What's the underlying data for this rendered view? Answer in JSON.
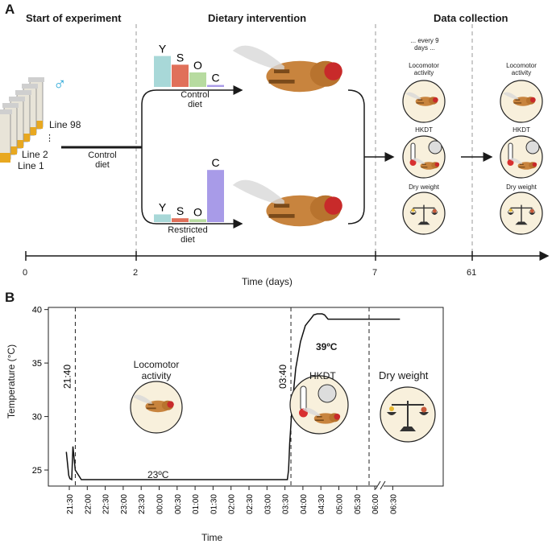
{
  "panel_a": {
    "letter": "A",
    "sections": {
      "start": "Start of experiment",
      "diet": "Dietary intervention",
      "data": "Data collection"
    },
    "lines": {
      "top": "Line 98",
      "mid": "Line 2",
      "bottom": "Line 1",
      "dots": "⋮"
    },
    "male_symbol": "♂",
    "control_path_label": "Control\ndiet",
    "control_diet": {
      "label": "Control\ndiet",
      "bars": [
        {
          "letter": "Y",
          "value": 3.2,
          "color": "#a8d8d8"
        },
        {
          "letter": "S",
          "value": 2.3,
          "color": "#e0705a"
        },
        {
          "letter": "O",
          "value": 1.5,
          "color": "#b7dba0"
        },
        {
          "letter": "C",
          "value": 0.2,
          "color": "#a89be8"
        }
      ]
    },
    "restricted_diet": {
      "label": "Restricted\ndiet",
      "bars": [
        {
          "letter": "Y",
          "value": 0.8,
          "color": "#a8d8d8"
        },
        {
          "letter": "S",
          "value": 0.4,
          "color": "#e0705a"
        },
        {
          "letter": "O",
          "value": 0.3,
          "color": "#b7dba0"
        },
        {
          "letter": "C",
          "value": 5.4,
          "color": "#a89be8"
        }
      ]
    },
    "every_label": "... every 9\ndays ...",
    "assays": [
      "Locomotor\nactivity",
      "HKDT",
      "Dry weight"
    ],
    "time_axis": {
      "label": "Time (days)",
      "ticks": [
        "0",
        "2",
        "7",
        "61"
      ]
    }
  },
  "panel_b": {
    "letter": "B",
    "chart_data": {
      "type": "line",
      "xlabel": "Time",
      "ylabel": "Temperature (°C)",
      "ylim": [
        23.5,
        40.2
      ],
      "yticks": [
        25,
        30,
        35,
        40
      ],
      "xticks": [
        "21:30",
        "22:00",
        "22:30",
        "23:00",
        "23:30",
        "00:00",
        "00:30",
        "01:00",
        "01:30",
        "02:00",
        "02:30",
        "03:00",
        "03:30",
        "04:00",
        "04:30",
        "05:00",
        "05:30",
        "06:00",
        "06:30"
      ],
      "x_minutes_after_2130": [
        0,
        30,
        60,
        90,
        120,
        150,
        180,
        210,
        240,
        270,
        300,
        330,
        360,
        390,
        420,
        450,
        480,
        510,
        540
      ],
      "series": [
        {
          "x": [
            -5,
            -1,
            1,
            4,
            6,
            10,
            20,
            60,
            150,
            250,
            350,
            364,
            366,
            368,
            372,
            378,
            386,
            394,
            404,
            408,
            414,
            418,
            422,
            426,
            432,
            436,
            440,
            450,
            480,
            540,
            552
          ],
          "y": [
            26.7,
            24.5,
            24.2,
            24.1,
            27.2,
            25,
            24.1,
            24.1,
            24.1,
            24.1,
            24.1,
            24.1,
            25,
            27.5,
            31,
            34.5,
            37,
            38.5,
            39.2,
            39.5,
            39.6,
            39.6,
            39.6,
            39.5,
            39.1,
            39.1,
            39.1,
            39.1,
            39.1,
            39.1,
            39.1
          ]
        }
      ],
      "vlines": [
        {
          "label": "21:40",
          "x_min": 10
        },
        {
          "label": "03:40",
          "x_min": 370
        }
      ],
      "annotations": {
        "low": "23ºC",
        "high": "39ºC"
      },
      "sections": [
        "Locomotor\nactivity",
        "HKDT",
        "Dry weight"
      ]
    }
  }
}
